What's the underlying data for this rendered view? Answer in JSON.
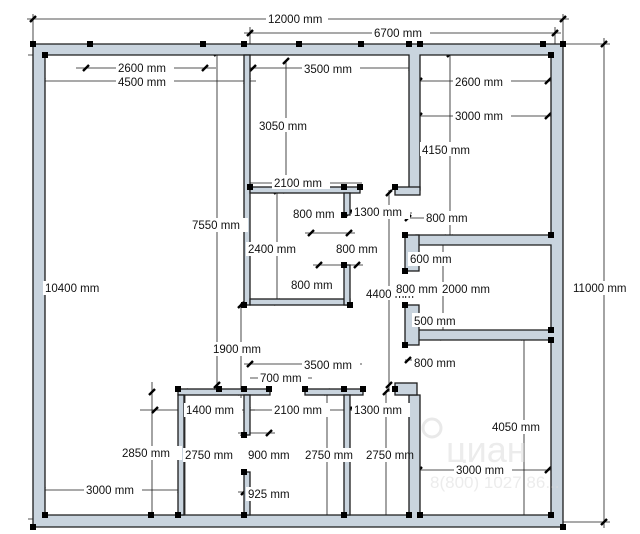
{
  "dimensions": {
    "overall_width": "12000 mm",
    "right_block_width": "6700 mm",
    "top_left_room": "2600 mm",
    "left_room_width": "4500 mm",
    "middle_room_width": "3500 mm",
    "right_top_room": "2600 mm",
    "right_room_width": "3000 mm",
    "middle_room_height": "3050 mm",
    "right_room_height": "4150 mm",
    "partition_a": "2100 mm",
    "partition_b": "800 mm",
    "partition_c": "1300 mm",
    "partition_d": "800 mm",
    "left_height_a": "7550 mm",
    "closet_height": "2400 mm",
    "closet_width": "800 mm",
    "closet_bottom": "800 mm",
    "right_span": "4400 mm",
    "niche_a": "600 mm",
    "niche_b": "800 mm",
    "room_height_c": "2000 mm",
    "niche_c": "500 mm",
    "niche_d": "800 mm",
    "overall_left_height": "10400 mm",
    "overall_right_height": "11000 mm",
    "gap_a": "1900 mm",
    "bottom_mid_width": "3500 mm",
    "door_a": "700 mm",
    "bottom_a": "1400 mm",
    "bottom_b": "2100 mm",
    "bottom_c": "1300 mm",
    "bottom_height_a": "2850 mm",
    "bottom_height_b": "2750 mm",
    "bottom_height_c": "2750 mm",
    "bottom_height_d": "2750 mm",
    "bottom_door": "900 mm",
    "bottom_door_b": "925 mm",
    "bottom_left_width": "3000 mm",
    "bottom_right_width": "3000 mm",
    "bottom_right_height": "4050 mm"
  },
  "watermark": {
    "brand": "циан",
    "phone": "8(800) 1027 86..."
  },
  "colors": {
    "wall_fill": "#c9d4de",
    "wall_stroke": "#1c1c1c",
    "dimension_line": "#1a1a1a",
    "background": "#ffffff"
  }
}
